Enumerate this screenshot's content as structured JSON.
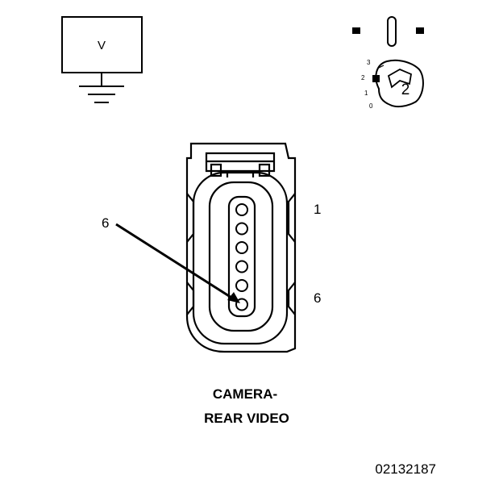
{
  "meter": {
    "label": "V"
  },
  "switch": {
    "positions": [
      "3",
      "2",
      "1",
      "0"
    ],
    "selected": "2"
  },
  "connector": {
    "pin_label_top": "1",
    "pin_label_bottom": "6",
    "pointer_label": "6",
    "pin_count": 6,
    "highlighted_pin": 6
  },
  "caption": {
    "line1": "CAMERA-",
    "line2": "REAR VIDEO"
  },
  "figure_id": "02132187"
}
